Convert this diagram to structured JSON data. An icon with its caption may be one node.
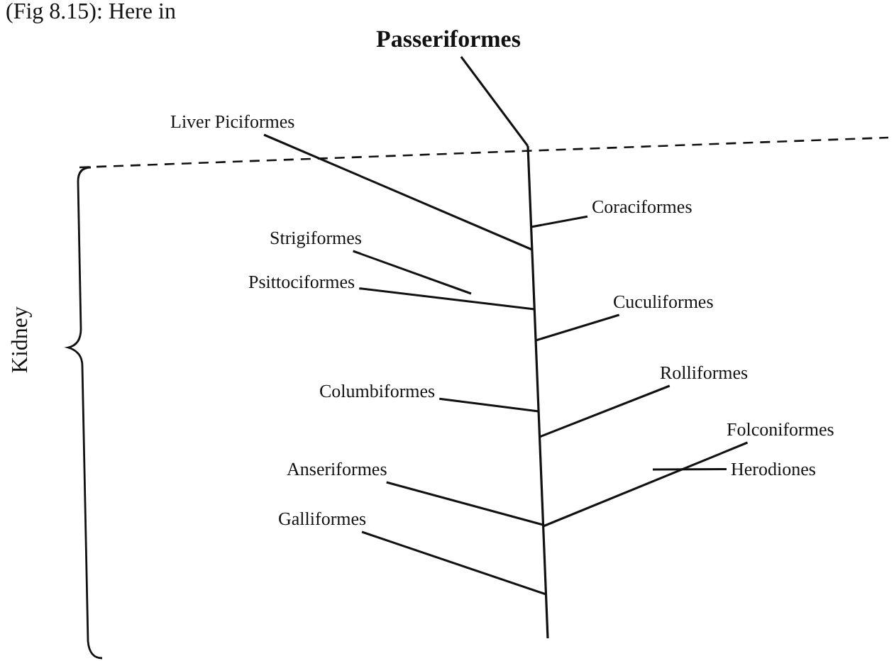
{
  "diagram": {
    "nodes": [
      {
        "text": [
          "Passeriformes"
        ]
      },
      {
        "text": [
          "Liver Piciformes"
        ]
      },
      {
        "text": [
          "Coraciformes"
        ]
      },
      {
        "text": [
          "Strigiformes"
        ]
      },
      {
        "text": [
          "Psittociformes"
        ]
      },
      {
        "text": [
          "Cuculiformes"
        ]
      },
      {
        "text": [
          "Columbiformes"
        ]
      },
      {
        "text": [
          "Rolliformes"
        ]
      },
      {
        "text": [
          "Folconiformes"
        ]
      },
      {
        "text": [
          "Herodiones"
        ]
      },
      {
        "text": [
          "Anseriformes"
        ]
      },
      {
        "text": [
          "Galliformes"
        ]
      },
      {
        "text": [],
        "shape": "bar"
      }
    ],
    "edges": [
      {
        "from": 0,
        "to": 12,
        "arrow": "none"
      },
      {
        "from": 1,
        "to": 12,
        "arrow": "none"
      },
      {
        "from": 2,
        "to": 12,
        "arrow": "none"
      },
      {
        "from": 3,
        "to": null,
        "arrow": "none"
      },
      {
        "from": 4,
        "to": 12,
        "arrow": "none"
      },
      {
        "from": 5,
        "to": 12,
        "arrow": "none"
      },
      {
        "from": 6,
        "to": 12,
        "arrow": "none"
      },
      {
        "from": 7,
        "to": 12,
        "arrow": "none"
      },
      {
        "from": 8,
        "to": 12,
        "arrow": "none"
      },
      {
        "from": 9,
        "to": null,
        "arrow": "none"
      },
      {
        "from": 10,
        "to": 12,
        "arrow": "none"
      },
      {
        "from": 11,
        "to": 12,
        "arrow": "none"
      }
    ],
    "labels": [
      "(Fig 8.15): Here in",
      "Kidney"
    ]
  }
}
